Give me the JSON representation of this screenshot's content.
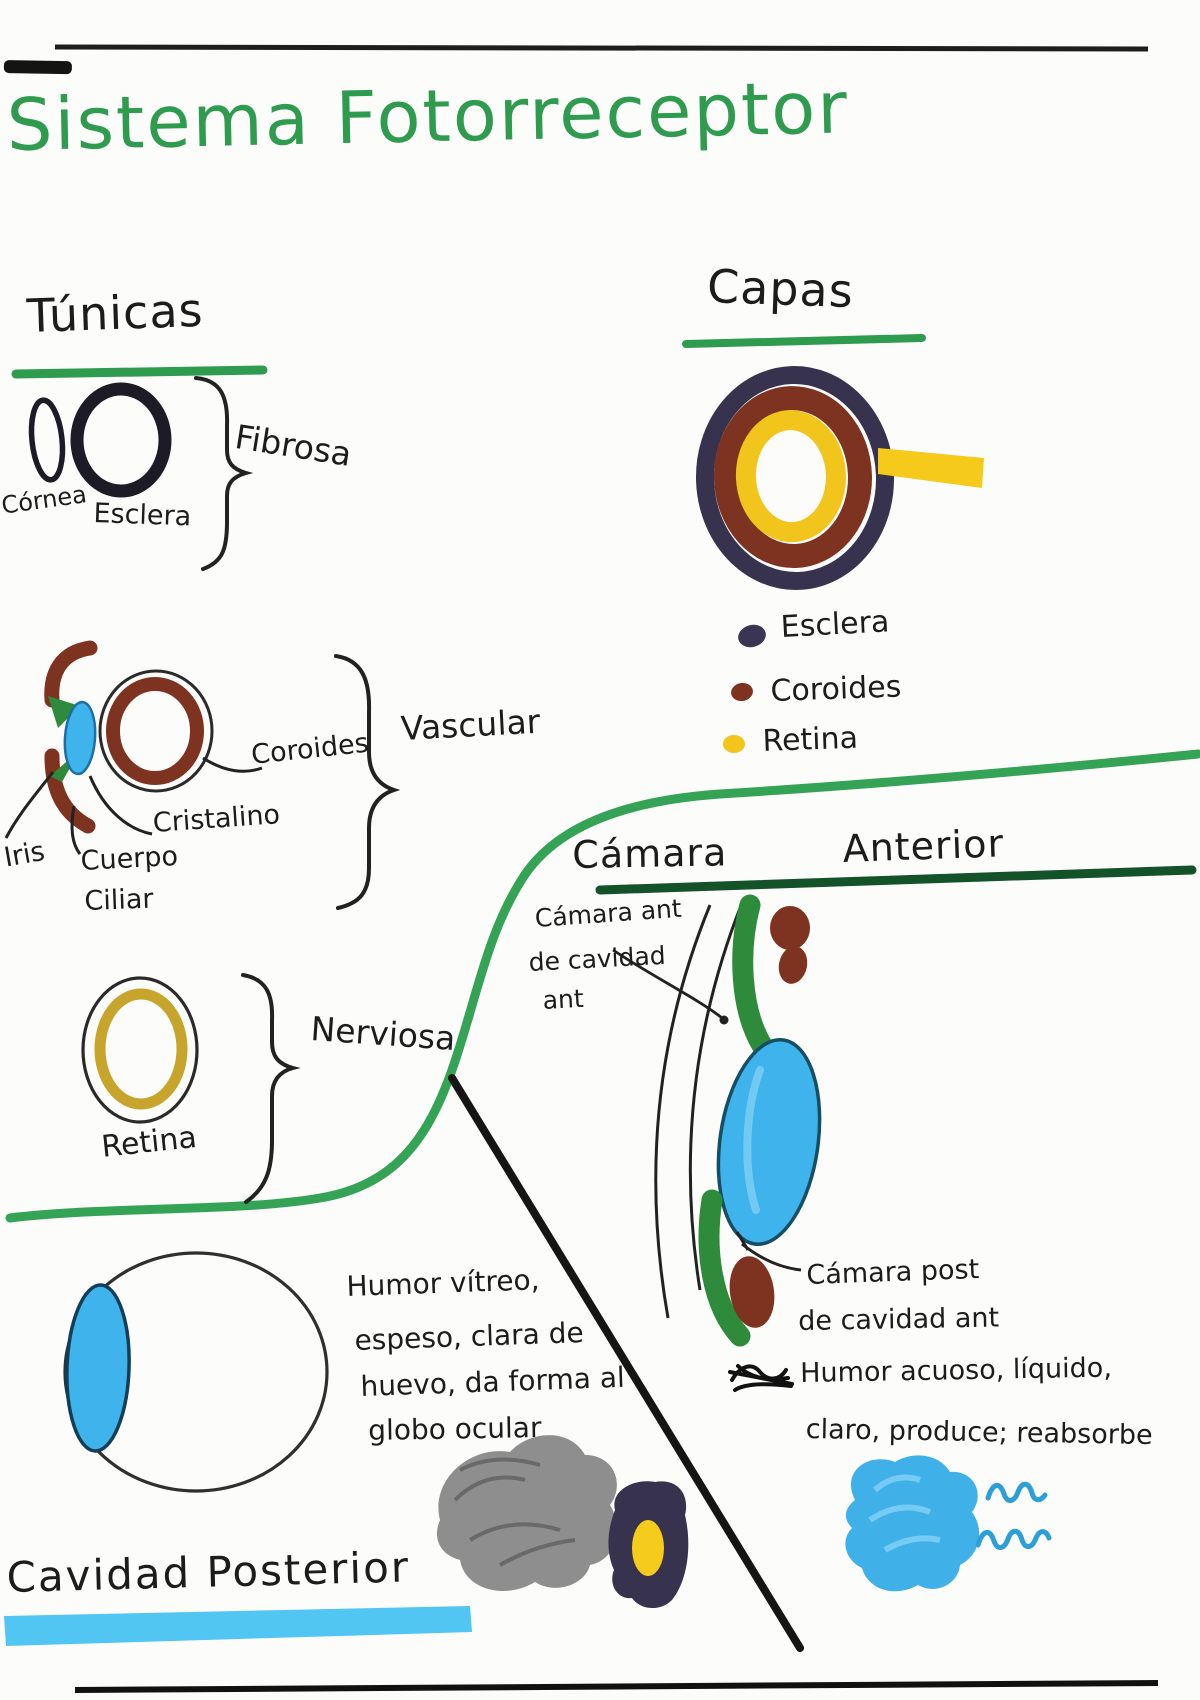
{
  "page": {
    "title": "Sistema Fotorreceptor"
  },
  "tunicas": {
    "heading": "Túnicas",
    "cornea_label": "Córnea",
    "esclera_label": "Esclera",
    "fibrosa_group": "Fibrosa",
    "coroides_label": "Coroides",
    "cristalino_label": "Cristalino",
    "iris_label": "Iris",
    "cuerpo_line1": "Cuerpo",
    "cuerpo_line2": "Ciliar",
    "vascular_group": "Vascular",
    "retina_label": "Retina",
    "nerviosa_group": "Nerviosa"
  },
  "capas": {
    "heading": "Capas",
    "legend": [
      {
        "label": "Esclera",
        "color": "#3a3553"
      },
      {
        "label": "Coroides",
        "color": "#7e3220"
      },
      {
        "label": "Retina",
        "color": "#f2c51d"
      }
    ]
  },
  "camara_anterior": {
    "heading_word1": "Cámara",
    "heading_word2": "Anterior",
    "label_ant": [
      "Cámara ant",
      "de cavidad",
      "ant"
    ],
    "label_post": [
      "Cámara post",
      "de cavidad ant"
    ],
    "humor_acuoso": [
      "Humor acuoso, líquido,",
      "claro, produce; reabsorbe"
    ]
  },
  "cavidad_posterior": {
    "heading": "Cavidad Posterior",
    "humor_vitreo": [
      "Humor vítreo,",
      "espeso, clara de",
      "huevo, da forma al",
      "globo ocular"
    ]
  },
  "colors": {
    "marker_green": "#2e9b4e",
    "dark_green": "#14532a",
    "navy": "#37324e",
    "brown": "#7e3220",
    "yellow": "#f2c51d",
    "olive_yellow": "#c7a42b",
    "blue": "#3eb3ec",
    "cyan_highlight": "#49c3f2",
    "pencil_gray": "#8e8e8e"
  }
}
